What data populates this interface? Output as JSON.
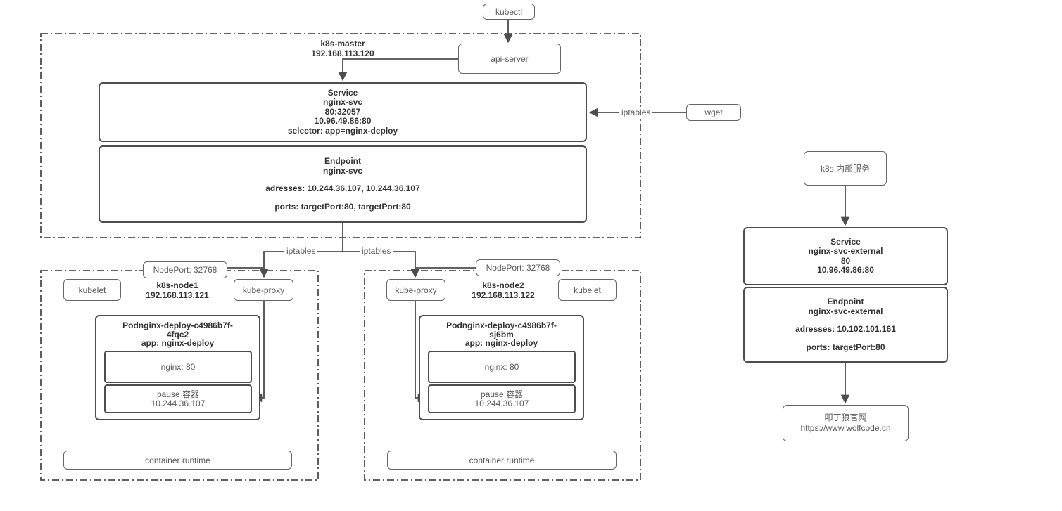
{
  "colors": {
    "background": "#ffffff",
    "line": "#4d4d4d",
    "border": "#595959",
    "text_primary": "#333333",
    "text_secondary": "#595959"
  },
  "kubectl": {
    "label": "kubectl"
  },
  "api_server": {
    "label": "api-server"
  },
  "wget": {
    "label": "wget"
  },
  "iptables": {
    "wget_label": "iptables",
    "left_label": "iptables",
    "right_label": "iptables"
  },
  "master": {
    "name": "k8s-master",
    "ip": "192.168.113.120",
    "service": {
      "title": "Service",
      "name": "nginx-svc",
      "port": "80:32057",
      "cluster_ip": "10.96.49.86:80",
      "selector": "selector: app=nginx-deploy"
    },
    "endpoint": {
      "title": "Endpoint",
      "name": "nginx-svc",
      "addresses": "adresses: 10.244.36.107, 10.244.36.107",
      "ports": "ports: targetPort:80, targetPort:80"
    }
  },
  "node1": {
    "name": "k8s-node1",
    "ip": "192.168.113.121",
    "kubelet": "kubelet",
    "kube_proxy": "kube-proxy",
    "nodeport": "NodePort: 32768",
    "pod": {
      "title_line1": "Podnginx-deploy-c4986b7f-",
      "title_line2": "4fqc2",
      "app": "app: nginx-deploy",
      "nginx": "nginx: 80",
      "pause_line1": "pause 容器",
      "pause_line2": "10.244.36.107"
    },
    "container_runtime": "container runtime"
  },
  "node2": {
    "name": "k8s-node2",
    "ip": "192.168.113.122",
    "kubelet": "kubelet",
    "kube_proxy": "kube-proxy",
    "nodeport": "NodePort: 32768",
    "pod": {
      "title_line1": "Podnginx-deploy-c4986b7f-",
      "title_line2": "sj6bm",
      "app": "app: nginx-deploy",
      "nginx": "nginx: 80",
      "pause_line1": "pause 容器",
      "pause_line2": "10.244.36.107"
    },
    "container_runtime": "container runtime"
  },
  "external": {
    "entry": "k8s 内部服务",
    "service": {
      "title": "Service",
      "name": "nginx-svc-external",
      "port": "80",
      "cluster_ip": "10.96.49.86:80"
    },
    "endpoint": {
      "title": "Endpoint",
      "name": "nginx-svc-external",
      "addresses": "adresses: 10.102.101.161",
      "ports": "ports: targetPort:80"
    },
    "site": {
      "line1": "叩丁狼官网",
      "line2": "https://www.wolfcode.cn"
    }
  }
}
